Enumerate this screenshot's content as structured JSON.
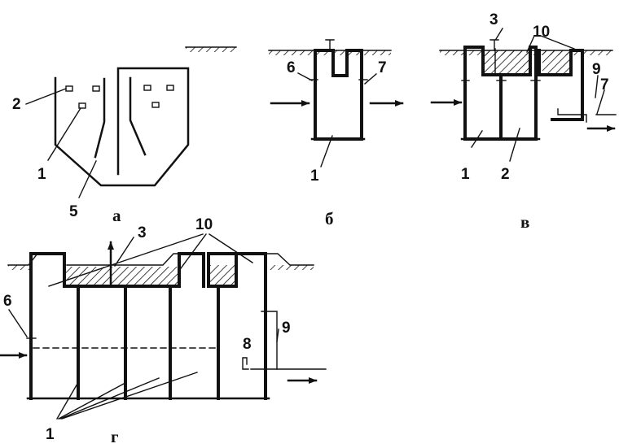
{
  "figure": {
    "panel_a": {
      "caption": "а",
      "labels": {
        "n2": "2",
        "n1": "1",
        "n5": "5"
      }
    },
    "panel_b": {
      "caption": "б",
      "labels": {
        "n6": "6",
        "n7": "7",
        "n1": "1"
      }
    },
    "panel_v": {
      "caption": "в",
      "labels": {
        "n3": "3",
        "n10": "10",
        "n9": "9",
        "n7": "7",
        "n1": "1",
        "n2": "2"
      }
    },
    "panel_g": {
      "caption": "г",
      "labels": {
        "n3": "3",
        "n10": "10",
        "n6": "6",
        "n8": "8",
        "n9": "9",
        "n1": "1"
      }
    }
  }
}
